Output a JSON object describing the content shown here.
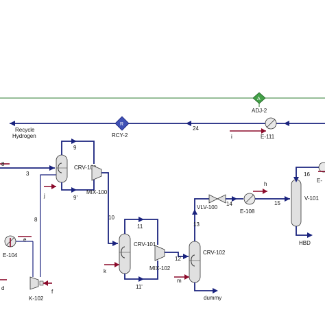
{
  "labels": {
    "recycle_line1": "Recycle",
    "recycle_line2": "Hydrogen",
    "rcy2": "RCY-2",
    "adj2": "ADJ-2",
    "e111": "E-111",
    "s24": "24",
    "i": "i",
    "s9": "9",
    "s3": "3",
    "crv100": "CRV-100",
    "mix100": "MIX-100",
    "j": "j",
    "s9p": "9'",
    "s8": "8",
    "s10": "10",
    "s11": "11",
    "crv101": "CRV-101",
    "s11p": "11'",
    "mix102": "MIX-102",
    "k": "k",
    "s12": "12",
    "crv102": "CRV-102",
    "m": "m",
    "dummy": "dummy",
    "vlv100": "VLV-100",
    "s13": "13",
    "s14": "14",
    "e108": "E-108",
    "h": "h",
    "s15": "15",
    "v101": "V-101",
    "hbd": "HBD",
    "s16": "16",
    "e_right": "E-",
    "e104": "E-104",
    "e": "e",
    "k102": "K-102",
    "f": "f",
    "d": "d",
    "s_left": "8"
  },
  "colors": {
    "material_stream": "#1a237e",
    "energy_stream": "#8b0a2a",
    "adjust_line": "#2e7d32",
    "recycle_block": "#3f51b5",
    "adjust_block": "#43a047"
  }
}
